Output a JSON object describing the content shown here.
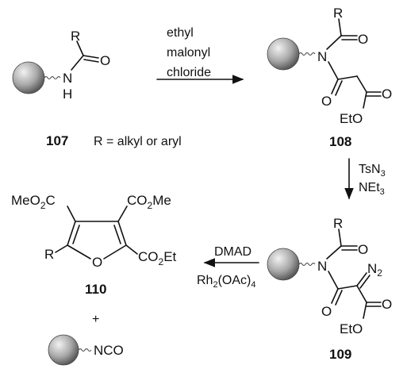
{
  "compounds": {
    "c107": {
      "label": "107",
      "R": "R",
      "O": "O",
      "N": "N",
      "H": "H",
      "note": "R = alkyl or aryl"
    },
    "c108": {
      "label": "108",
      "R": "R",
      "O_acyl": "O",
      "N": "N",
      "O_amide": "O",
      "O_ester": "O",
      "EtO": "EtO"
    },
    "c109": {
      "label": "109",
      "R": "R",
      "O_acyl": "O",
      "N": "N",
      "N2": "N",
      "N2_sub": "2",
      "O_amide": "O",
      "O_ester": "O",
      "EtO": "EtO"
    },
    "c110": {
      "label": "110",
      "MeO2C_a": "MeO",
      "MeO2C_sub": "2",
      "MeO2C_b": "C",
      "CO2Me_a": "CO",
      "CO2Me_sub": "2",
      "CO2Me_b": "Me",
      "R": "R",
      "O": "O",
      "CO2Et_a": "CO",
      "CO2Et_sub": "2",
      "CO2Et_b": "Et"
    },
    "isocyanate": {
      "text": "NCO"
    },
    "plus": "+"
  },
  "reagents": {
    "step1": {
      "line1": "ethyl",
      "line2": "malonyl",
      "line3": "chloride"
    },
    "step2": {
      "line1_a": "TsN",
      "line1_sub": "3",
      "line2_a": "NEt",
      "line2_sub": "3"
    },
    "step3": {
      "line1": "DMAD",
      "line2_a": "Rh",
      "line2_sub1": "2",
      "line2_b": "(OAc)",
      "line2_sub2": "4"
    }
  },
  "colors": {
    "bead_light": "#f2f2f2",
    "bead_mid": "#a8a8a8",
    "bead_dark": "#4a4a4a",
    "ink": "#111111"
  }
}
